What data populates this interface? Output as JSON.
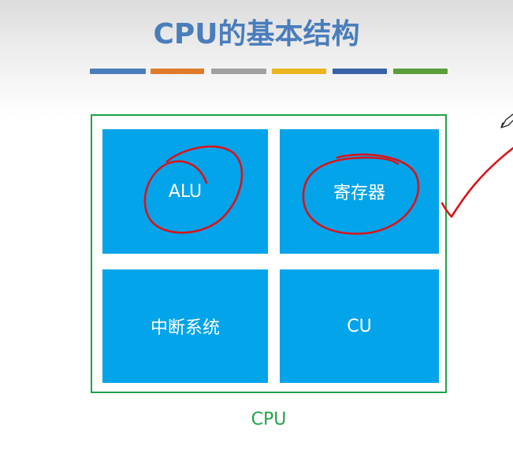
{
  "slide": {
    "title": "CPU的基本结构",
    "accent_colors": [
      "#4a7dbb",
      "#e07b2b",
      "#a0a0a0",
      "#eab51e",
      "#3a62a8",
      "#5a9e3c"
    ],
    "block_color": "#04a4ea",
    "frame_color": "#1fa348",
    "ink_color": "#d8141b"
  },
  "diagram": {
    "blocks": [
      {
        "label": "ALU"
      },
      {
        "label": "寄存器"
      },
      {
        "label": "中断系统"
      },
      {
        "label": "CU"
      }
    ],
    "caption": "CPU"
  }
}
